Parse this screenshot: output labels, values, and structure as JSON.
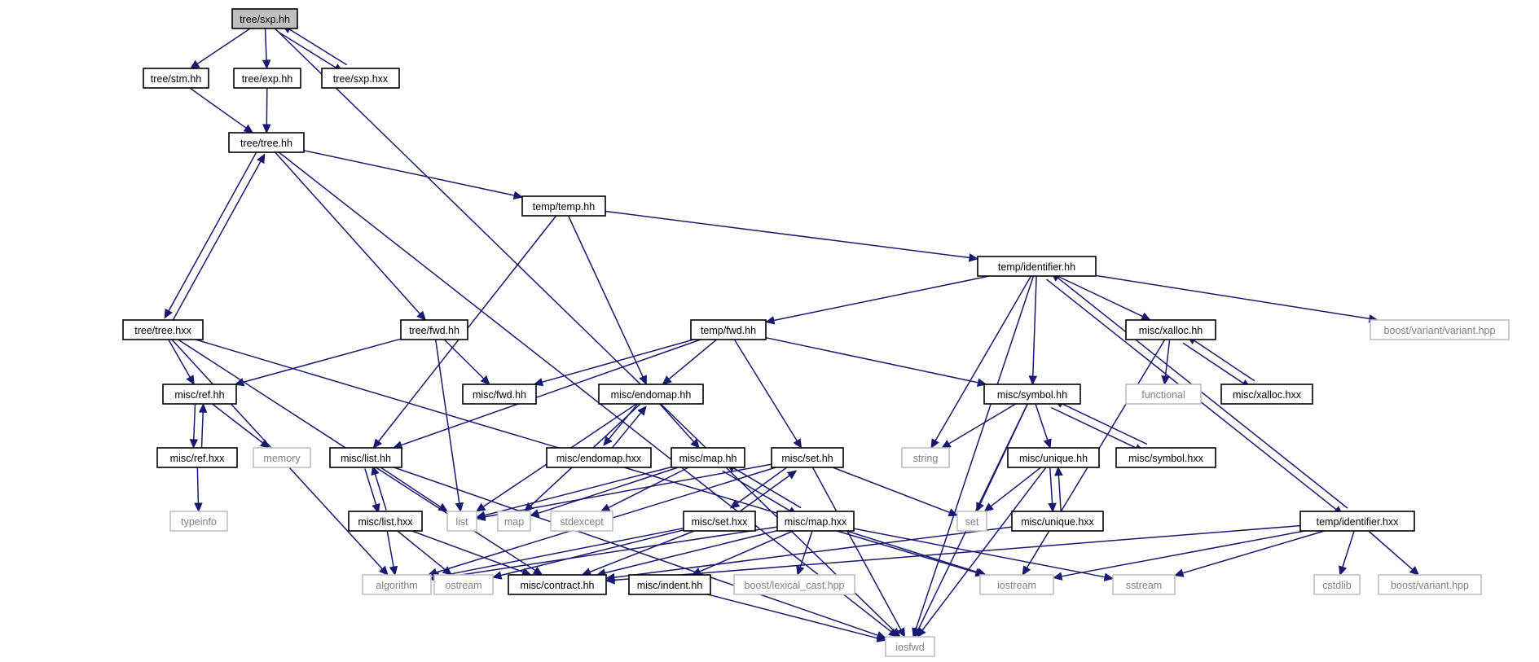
{
  "colors": {
    "edge": "#191970",
    "root_fill": "#bfbfbf",
    "local_border": "#000000",
    "external_border": "#bfbfbf",
    "external_text": "#808080"
  },
  "nodes": [
    {
      "id": "tree_sxp_hh",
      "label": "tree/sxp.hh",
      "kind": "root"
    },
    {
      "id": "tree_stm_hh",
      "label": "tree/stm.hh",
      "kind": "local"
    },
    {
      "id": "tree_exp_hh",
      "label": "tree/exp.hh",
      "kind": "local"
    },
    {
      "id": "tree_sxp_hxx",
      "label": "tree/sxp.hxx",
      "kind": "local"
    },
    {
      "id": "tree_tree_hh",
      "label": "tree/tree.hh",
      "kind": "local"
    },
    {
      "id": "temp_temp_hh",
      "label": "temp/temp.hh",
      "kind": "local"
    },
    {
      "id": "temp_identifier_hh",
      "label": "temp/identifier.hh",
      "kind": "local"
    },
    {
      "id": "tree_tree_hxx",
      "label": "tree/tree.hxx",
      "kind": "local"
    },
    {
      "id": "tree_fwd_hh",
      "label": "tree/fwd.hh",
      "kind": "local"
    },
    {
      "id": "temp_fwd_hh",
      "label": "temp/fwd.hh",
      "kind": "local"
    },
    {
      "id": "misc_xalloc_hh",
      "label": "misc/xalloc.hh",
      "kind": "local"
    },
    {
      "id": "boost_variant_variant_hpp",
      "label": "boost/variant/variant.hpp",
      "kind": "external"
    },
    {
      "id": "misc_ref_hh",
      "label": "misc/ref.hh",
      "kind": "local"
    },
    {
      "id": "misc_fwd_hh",
      "label": "misc/fwd.hh",
      "kind": "local"
    },
    {
      "id": "misc_endomap_hh",
      "label": "misc/endomap.hh",
      "kind": "local"
    },
    {
      "id": "misc_symbol_hh",
      "label": "misc/symbol.hh",
      "kind": "local"
    },
    {
      "id": "functional",
      "label": "functional",
      "kind": "external"
    },
    {
      "id": "misc_xalloc_hxx",
      "label": "misc/xalloc.hxx",
      "kind": "local"
    },
    {
      "id": "misc_ref_hxx",
      "label": "misc/ref.hxx",
      "kind": "local"
    },
    {
      "id": "memory",
      "label": "memory",
      "kind": "external"
    },
    {
      "id": "misc_list_hh",
      "label": "misc/list.hh",
      "kind": "local"
    },
    {
      "id": "misc_endomap_hxx",
      "label": "misc/endomap.hxx",
      "kind": "local"
    },
    {
      "id": "misc_map_hh",
      "label": "misc/map.hh",
      "kind": "local"
    },
    {
      "id": "misc_set_hh",
      "label": "misc/set.hh",
      "kind": "local"
    },
    {
      "id": "string",
      "label": "string",
      "kind": "external"
    },
    {
      "id": "misc_unique_hh",
      "label": "misc/unique.hh",
      "kind": "local"
    },
    {
      "id": "misc_symbol_hxx",
      "label": "misc/symbol.hxx",
      "kind": "local"
    },
    {
      "id": "typeinfo",
      "label": "typeinfo",
      "kind": "external"
    },
    {
      "id": "misc_list_hxx",
      "label": "misc/list.hxx",
      "kind": "local"
    },
    {
      "id": "list",
      "label": "list",
      "kind": "external"
    },
    {
      "id": "map",
      "label": "map",
      "kind": "external"
    },
    {
      "id": "stdexcept",
      "label": "stdexcept",
      "kind": "external"
    },
    {
      "id": "misc_set_hxx",
      "label": "misc/set.hxx",
      "kind": "local"
    },
    {
      "id": "misc_map_hxx",
      "label": "misc/map.hxx",
      "kind": "local"
    },
    {
      "id": "set",
      "label": "set",
      "kind": "external"
    },
    {
      "id": "misc_unique_hxx",
      "label": "misc/unique.hxx",
      "kind": "local"
    },
    {
      "id": "temp_identifier_hxx",
      "label": "temp/identifier.hxx",
      "kind": "local"
    },
    {
      "id": "algorithm",
      "label": "algorithm",
      "kind": "external"
    },
    {
      "id": "ostream",
      "label": "ostream",
      "kind": "external"
    },
    {
      "id": "misc_contract_hh",
      "label": "misc/contract.hh",
      "kind": "local"
    },
    {
      "id": "misc_indent_hh",
      "label": "misc/indent.hh",
      "kind": "local"
    },
    {
      "id": "boost_lexical_cast_hpp",
      "label": "boost/lexical_cast.hpp",
      "kind": "external"
    },
    {
      "id": "iostream",
      "label": "iostream",
      "kind": "external"
    },
    {
      "id": "sstream",
      "label": "sstream",
      "kind": "external"
    },
    {
      "id": "cstdlib",
      "label": "cstdlib",
      "kind": "external"
    },
    {
      "id": "boost_variant_hpp",
      "label": "boost/variant.hpp",
      "kind": "external"
    },
    {
      "id": "iosfwd",
      "label": "iosfwd",
      "kind": "external"
    }
  ],
  "edges": [
    [
      "tree_sxp_hh",
      "tree_stm_hh"
    ],
    [
      "tree_sxp_hh",
      "tree_exp_hh"
    ],
    [
      "tree_sxp_hh",
      "tree_sxp_hxx"
    ],
    [
      "tree_sxp_hxx",
      "tree_sxp_hh"
    ],
    [
      "tree_sxp_hh",
      "iosfwd"
    ],
    [
      "tree_stm_hh",
      "tree_tree_hh"
    ],
    [
      "tree_exp_hh",
      "tree_tree_hh"
    ],
    [
      "tree_tree_hh",
      "temp_temp_hh"
    ],
    [
      "tree_tree_hh",
      "tree_fwd_hh"
    ],
    [
      "tree_tree_hh",
      "tree_tree_hxx"
    ],
    [
      "tree_tree_hxx",
      "tree_tree_hh"
    ],
    [
      "tree_tree_hh",
      "iosfwd"
    ],
    [
      "temp_temp_hh",
      "temp_identifier_hh"
    ],
    [
      "temp_temp_hh",
      "misc_endomap_hh"
    ],
    [
      "temp_temp_hh",
      "misc_list_hh"
    ],
    [
      "temp_identifier_hh",
      "temp_fwd_hh"
    ],
    [
      "temp_identifier_hh",
      "misc_xalloc_hh"
    ],
    [
      "temp_identifier_hh",
      "boost_variant_variant_hpp"
    ],
    [
      "temp_identifier_hh",
      "misc_symbol_hh"
    ],
    [
      "temp_identifier_hh",
      "string"
    ],
    [
      "temp_identifier_hh",
      "iosfwd"
    ],
    [
      "temp_identifier_hh",
      "temp_identifier_hxx"
    ],
    [
      "temp_identifier_hxx",
      "temp_identifier_hh"
    ],
    [
      "tree_tree_hxx",
      "misc_ref_hh"
    ],
    [
      "tree_tree_hxx",
      "algorithm"
    ],
    [
      "tree_tree_hxx",
      "misc_contract_hh"
    ],
    [
      "tree_tree_hxx",
      "iostream"
    ],
    [
      "tree_fwd_hh",
      "misc_ref_hh"
    ],
    [
      "tree_fwd_hh",
      "misc_fwd_hh"
    ],
    [
      "tree_fwd_hh",
      "list"
    ],
    [
      "temp_fwd_hh",
      "misc_fwd_hh"
    ],
    [
      "temp_fwd_hh",
      "misc_endomap_hh"
    ],
    [
      "temp_fwd_hh",
      "misc_list_hh"
    ],
    [
      "temp_fwd_hh",
      "misc_set_hh"
    ],
    [
      "temp_fwd_hh",
      "misc_symbol_hh"
    ],
    [
      "misc_xalloc_hh",
      "functional"
    ],
    [
      "misc_xalloc_hh",
      "misc_xalloc_hxx"
    ],
    [
      "misc_xalloc_hxx",
      "misc_xalloc_hh"
    ],
    [
      "misc_xalloc_hh",
      "iostream"
    ],
    [
      "misc_ref_hh",
      "misc_ref_hxx"
    ],
    [
      "misc_ref_hxx",
      "misc_ref_hh"
    ],
    [
      "misc_ref_hh",
      "memory"
    ],
    [
      "misc_ref_hxx",
      "typeinfo"
    ],
    [
      "misc_endomap_hh",
      "misc_endomap_hxx"
    ],
    [
      "misc_endomap_hxx",
      "misc_endomap_hh"
    ],
    [
      "misc_endomap_hh",
      "misc_map_hh"
    ],
    [
      "misc_endomap_hh",
      "list"
    ],
    [
      "misc_endomap_hh",
      "map"
    ],
    [
      "misc_symbol_hh",
      "string"
    ],
    [
      "misc_symbol_hh",
      "set"
    ],
    [
      "misc_symbol_hh",
      "misc_unique_hh"
    ],
    [
      "misc_symbol_hh",
      "misc_symbol_hxx"
    ],
    [
      "misc_symbol_hxx",
      "misc_symbol_hh"
    ],
    [
      "misc_symbol_hh",
      "iosfwd"
    ],
    [
      "misc_list_hh",
      "misc_list_hxx"
    ],
    [
      "misc_list_hxx",
      "misc_list_hh"
    ],
    [
      "misc_list_hh",
      "list"
    ],
    [
      "misc_list_hh",
      "iosfwd"
    ],
    [
      "misc_list_hxx",
      "algorithm"
    ],
    [
      "misc_list_hxx",
      "ostream"
    ],
    [
      "misc_list_hxx",
      "misc_contract_hh"
    ],
    [
      "misc_map_hh",
      "list"
    ],
    [
      "misc_map_hh",
      "map"
    ],
    [
      "misc_map_hh",
      "stdexcept"
    ],
    [
      "misc_map_hh",
      "misc_map_hxx"
    ],
    [
      "misc_map_hxx",
      "misc_map_hh"
    ],
    [
      "misc_set_hh",
      "list"
    ],
    [
      "misc_set_hh",
      "misc_set_hxx"
    ],
    [
      "misc_set_hxx",
      "misc_set_hh"
    ],
    [
      "misc_set_hh",
      "set"
    ],
    [
      "misc_set_hh",
      "algorithm"
    ],
    [
      "misc_set_hh",
      "iosfwd"
    ],
    [
      "misc_set_hxx",
      "algorithm"
    ],
    [
      "misc_set_hxx",
      "ostream"
    ],
    [
      "misc_set_hxx",
      "misc_contract_hh"
    ],
    [
      "misc_map_hxx",
      "misc_contract_hh"
    ],
    [
      "misc_map_hxx",
      "misc_indent_hh"
    ],
    [
      "misc_map_hxx",
      "boost_lexical_cast_hpp"
    ],
    [
      "misc_map_hxx",
      "iostream"
    ],
    [
      "misc_map_hxx",
      "sstream"
    ],
    [
      "misc_map_hxx",
      "algorithm"
    ],
    [
      "misc_unique_hh",
      "set"
    ],
    [
      "misc_unique_hh",
      "misc_unique_hxx"
    ],
    [
      "misc_unique_hxx",
      "misc_unique_hh"
    ],
    [
      "misc_unique_hh",
      "iosfwd"
    ],
    [
      "misc_unique_hxx",
      "misc_contract_hh"
    ],
    [
      "temp_identifier_hxx",
      "misc_contract_hh"
    ],
    [
      "temp_identifier_hxx",
      "iostream"
    ],
    [
      "temp_identifier_hxx",
      "sstream"
    ],
    [
      "temp_identifier_hxx",
      "cstdlib"
    ],
    [
      "temp_identifier_hxx",
      "boost_variant_hpp"
    ],
    [
      "misc_indent_hh",
      "iosfwd"
    ]
  ]
}
